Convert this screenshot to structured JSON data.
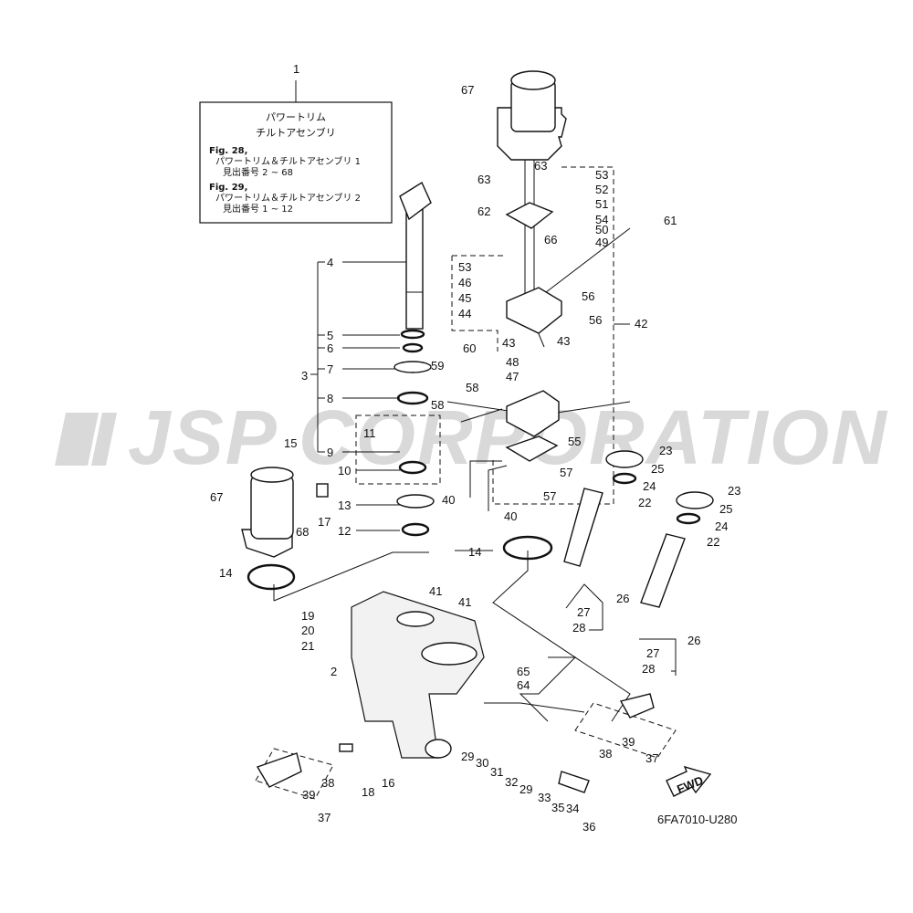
{
  "watermark": "JSP CORPORATION",
  "figure_code": "6FA7010-U280",
  "fwd_label": "FWD",
  "note_box": {
    "title_line1": "パワートリム",
    "title_line2": "チルトアセンブリ",
    "fig1_title": "Fig. 28,",
    "fig1_line": "パワートリム＆チルトアセンブリ 1",
    "fig1_ref": "見出番号 2 ~ 68",
    "fig2_title": "Fig. 29,",
    "fig2_line": "パワートリム＆チルトアセンブリ 2",
    "fig2_ref": "見出番号 1 ~ 12"
  },
  "callouts": [
    "1",
    "2",
    "3",
    "4",
    "5",
    "6",
    "7",
    "8",
    "9",
    "10",
    "11",
    "12",
    "13",
    "14",
    "14",
    "15",
    "16",
    "17",
    "18",
    "19",
    "20",
    "21",
    "22",
    "22",
    "23",
    "23",
    "24",
    "24",
    "25",
    "25",
    "26",
    "26",
    "27",
    "27",
    "28",
    "28",
    "29",
    "29",
    "30",
    "31",
    "32",
    "33",
    "34",
    "35",
    "36",
    "37",
    "37",
    "38",
    "38",
    "39",
    "39",
    "40",
    "40",
    "41",
    "41",
    "42",
    "43",
    "43",
    "44",
    "45",
    "46",
    "47",
    "48",
    "49",
    "50",
    "51",
    "52",
    "53",
    "53",
    "54",
    "55",
    "56",
    "56",
    "57",
    "57",
    "58",
    "58",
    "59",
    "60",
    "61",
    "62",
    "63",
    "63",
    "64",
    "65",
    "66",
    "67",
    "67",
    "68"
  ]
}
